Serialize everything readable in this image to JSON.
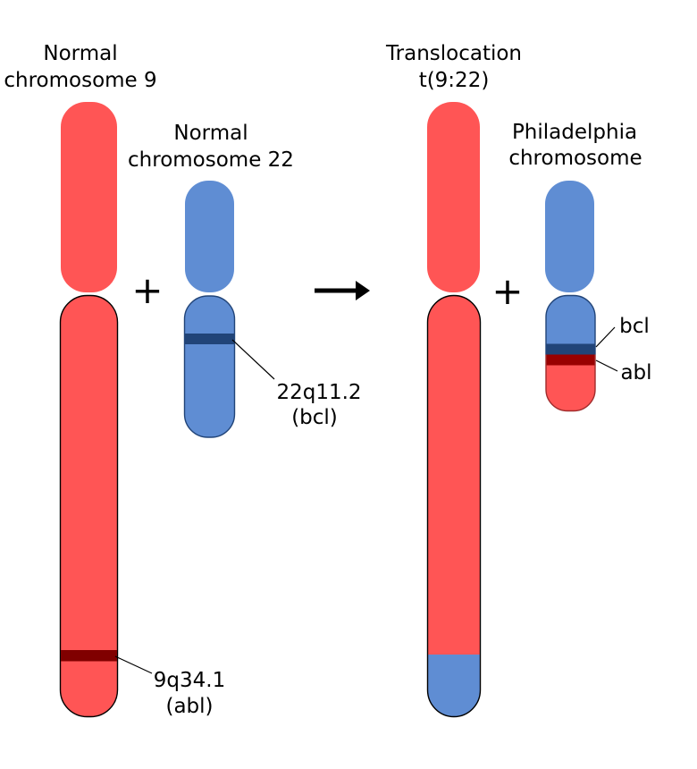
{
  "diagram": {
    "background": "#ffffff",
    "colors": {
      "red": "#ff5555",
      "blue": "#5f8dd3",
      "dark_blue": "#214478",
      "dark_red": "#800000",
      "abl_band_red": "#990000",
      "outline_black": "#000000",
      "phil_red_outline": "#a02c2c",
      "arrow": "#000000",
      "text": "#000000"
    },
    "chr9": {
      "title_line1": "Normal",
      "title_line2": "chromosome 9",
      "band_label_line1": "9q34.1",
      "band_label_line2": "(abl)"
    },
    "chr22": {
      "title_line1": "Normal",
      "title_line2": "chromosome 22",
      "band_label_line1": "22q11.2",
      "band_label_line2": "(bcl)"
    },
    "translocation": {
      "title_line1": "Translocation",
      "title_line2": "t(9:22)"
    },
    "philadelphia": {
      "title_line1": "Philadelphia",
      "title_line2": "chromosome",
      "bcl_label": "bcl",
      "abl_label": "abl"
    },
    "operators": {
      "plus_left": "+",
      "plus_right": "+"
    }
  }
}
